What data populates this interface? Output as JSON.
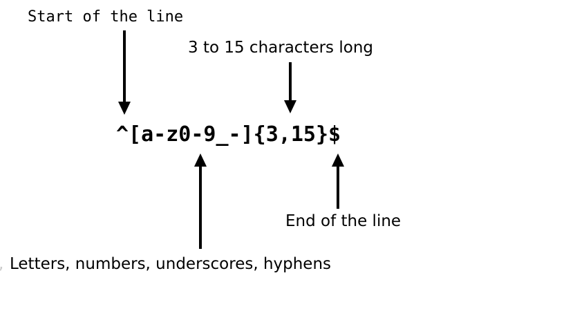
{
  "diagram": {
    "title_expression": "^[a-z0-9_-]{3,15}$",
    "background_color": "#ffffff",
    "ink_color": "#000000",
    "annotations": [
      {
        "id": "start-of-line",
        "text": "Start of the line",
        "font_style": "monospace",
        "arrow_direction": "down",
        "points_at": "^"
      },
      {
        "id": "length-quantifier",
        "text": "3 to 15 characters long",
        "font_style": "sans-serif",
        "arrow_direction": "down",
        "points_at": "{3,15}"
      },
      {
        "id": "character-class",
        "text": "Letters, numbers, underscores, hyphens",
        "font_style": "sans-serif",
        "arrow_direction": "up",
        "points_at": "[a-z0-9_-]"
      },
      {
        "id": "end-of-line",
        "text": "End of the line",
        "font_style": "sans-serif",
        "arrow_direction": "up",
        "points_at": "$"
      }
    ],
    "clipped_edge_glyph": ","
  }
}
